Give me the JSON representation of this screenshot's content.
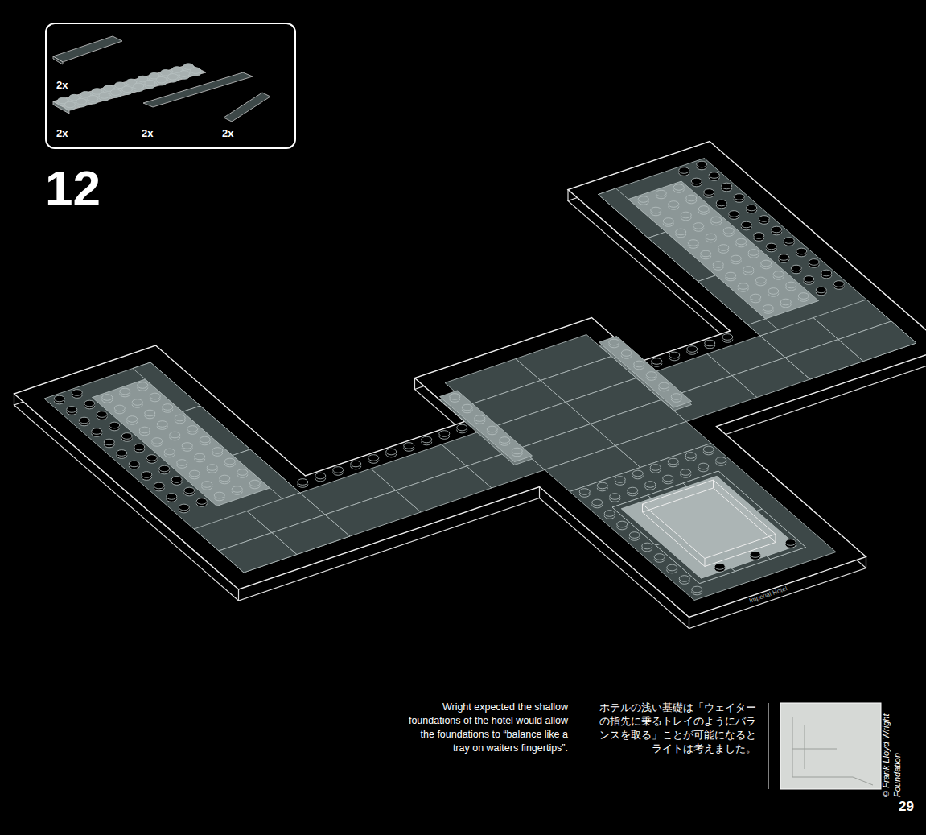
{
  "diagram": {
    "nodes": [
      {
        "text": [
          "2x",
          "2x",
          "2x",
          "2x"
        ]
      }
    ],
    "labels": [
      "12",
      "Imperial Hotel",
      "Wright expected the shallow foundations of the hotel would allow the foundations to “balance like a tray on waiters fingertips”.",
      "ホテルの浅い基礎は「ウェイターの指先に乗るトレイのようにバランスを取る」ことが可能になるとライトは考えました。",
      "© Frank Lloyd Wright Foundation",
      "29"
    ]
  }
}
